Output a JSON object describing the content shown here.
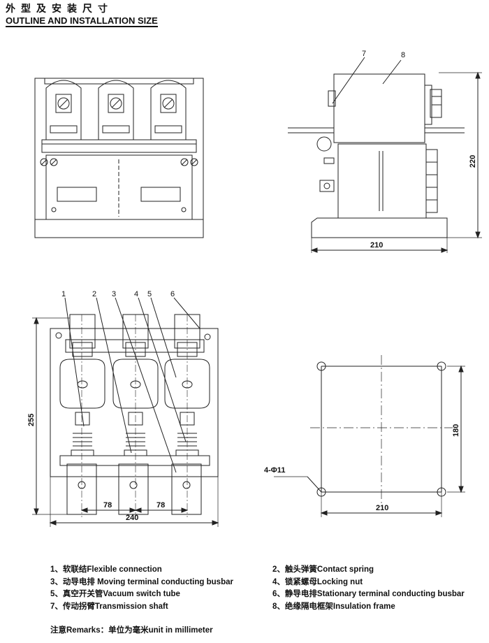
{
  "header": {
    "title_cn": "外型及安装尺寸",
    "title_en": "OUTLINE AND INSTALLATION SIZE"
  },
  "callouts": {
    "side": [
      "7",
      "8"
    ],
    "front": [
      "1",
      "2",
      "3",
      "4",
      "5",
      "6"
    ],
    "mount_hole": "4-Φ11"
  },
  "dimensions": {
    "side_height": "220",
    "side_width": "210",
    "front_height": "255",
    "front_pitch_left": "78",
    "front_pitch_right": "78",
    "front_width": "240",
    "mount_height": "180",
    "mount_width": "210"
  },
  "legend": [
    [
      "1、软联结Flexible connection",
      "2、触头弹簧Contact spring"
    ],
    [
      "3、动导电排 Moving terminal conducting busbar",
      "4、锁紧螺母Locking nut"
    ],
    [
      "5、真空开关管Vacuum switch tube",
      "6、静导电排Stationary terminal conducting busbar"
    ],
    [
      "7、传动拐臂Transmission shaft",
      "8、绝缘隔电框架Insulation frame"
    ]
  ],
  "remarks": "注意Remarks：单位为毫米unit in millimeter"
}
